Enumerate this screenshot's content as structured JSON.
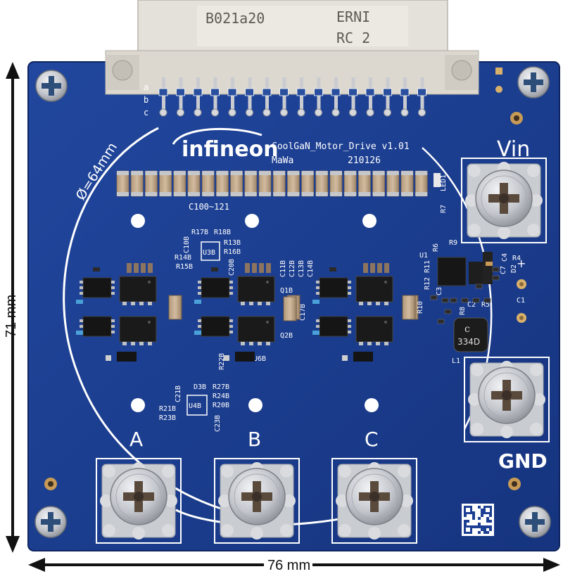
{
  "photo": {
    "connector": {
      "part_number": "B021a20",
      "brand": "ERNI",
      "rev": "RC 2",
      "row_a": "a",
      "row_b": "b",
      "row_c": "c"
    },
    "board": {
      "logo_text": "infineon",
      "name": "CoolGaN_Motor_Drive v1.01",
      "author": "MaWa",
      "date_code": "210126",
      "diameter_label": "Ø=64mm",
      "cap_bank_label": "C100~121",
      "terminals": {
        "vin": "Vin",
        "gnd": "GND",
        "a": "A",
        "b": "B",
        "c": "C"
      },
      "inductor_marking": "334D",
      "plus_sign": "+",
      "refdes": {
        "r17b": "R17B",
        "r18b": "R18B",
        "c10b": "C10B",
        "u3b": "U3B",
        "r13b": "R13B",
        "r16b": "R16B",
        "r14b": "R14B",
        "r15b": "R15B",
        "c20b": "C20B",
        "c11b": "C11B",
        "c12b": "C12B",
        "c13b": "C13B",
        "c14b": "C14B",
        "q1b": "Q1B",
        "c17b": "C17B",
        "q2b": "Q2B",
        "r22b": "R22B",
        "u6b": "U6B",
        "r7": "R7",
        "led1": "LED1",
        "u1": "U1",
        "r6": "R6",
        "r9": "R9",
        "r11": "R11",
        "r12": "R12",
        "c3": "C3",
        "r8": "R8",
        "r10": "R10",
        "c2": "C2",
        "r5": "R5",
        "c4": "C4",
        "r4": "R4",
        "c7": "C7",
        "d2": "D2",
        "c1": "C1",
        "l1": "L1",
        "c21b": "C21B",
        "d3b": "D3B",
        "r27b": "R27B",
        "r24b": "R24B",
        "r20b": "R20B",
        "u4b": "U4B",
        "r21b": "R21B",
        "r23b": "R23B",
        "c23b": "C23B"
      }
    },
    "dimensions": {
      "height": "71 mm",
      "width": "76 mm"
    }
  },
  "colors": {
    "pcb": "#1d3f93",
    "pcb_dark": "#142f75",
    "silkscreen": "#ffffff",
    "connector": "#e6e3dc",
    "pad_silver": "#cfd1d6"
  }
}
